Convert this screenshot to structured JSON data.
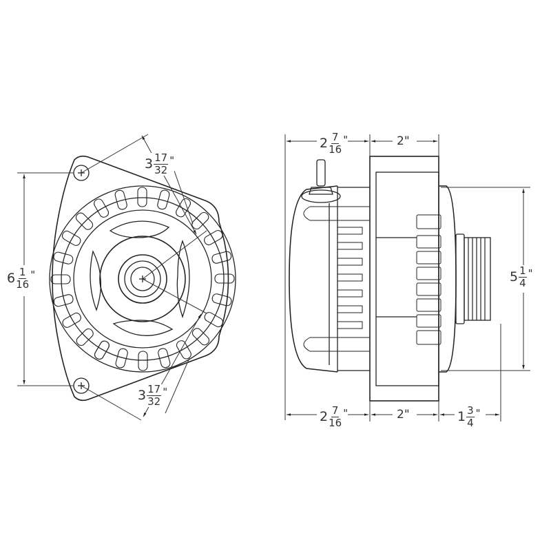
{
  "drawing": {
    "title": "Alternator dimension drawing",
    "line_color": "#222222",
    "dim_color": "#333333",
    "front_view": {
      "height_dim": {
        "whole": "6",
        "num": "1",
        "den": "16",
        "unit": "\""
      },
      "upper_radius_dim": {
        "whole": "3",
        "num": "17",
        "den": "32",
        "unit": "\""
      },
      "lower_radius_dim": {
        "whole": "3",
        "num": "17",
        "den": "32",
        "unit": "\""
      }
    },
    "side_view": {
      "top_left_dim": {
        "whole": "2",
        "num": "7",
        "den": "16",
        "unit": "\""
      },
      "top_right_dim": {
        "text": "2\""
      },
      "height_dim": {
        "whole": "5",
        "num": "1",
        "den": "4",
        "unit": "\""
      },
      "bottom_left_dim": {
        "whole": "2",
        "num": "7",
        "den": "16",
        "unit": "\""
      },
      "bottom_mid_dim": {
        "text": "2\""
      },
      "bottom_right_dim": {
        "whole": "1",
        "num": "3",
        "den": "4",
        "unit": "\""
      }
    }
  }
}
